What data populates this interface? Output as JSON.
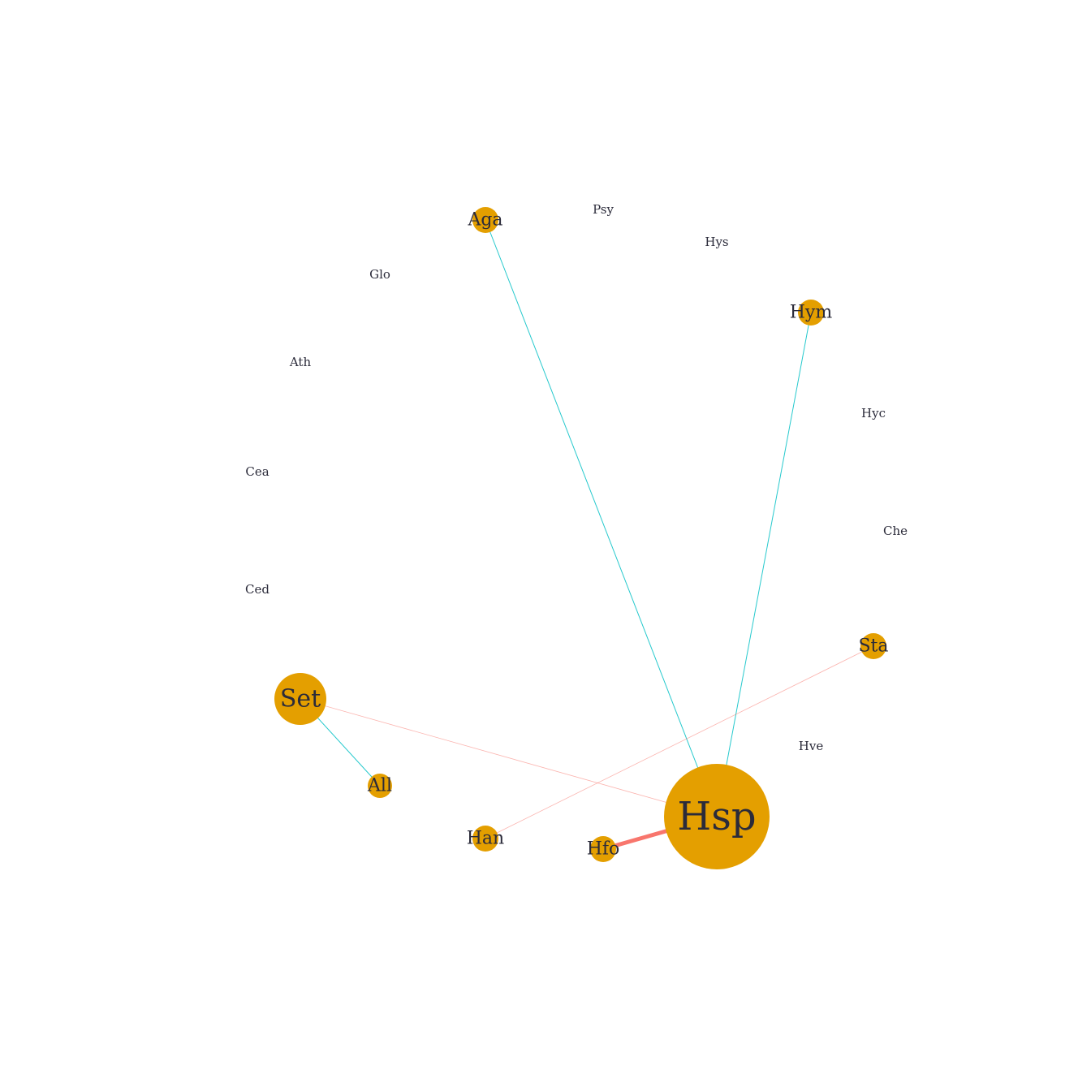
{
  "network": {
    "colors": {
      "node_fill": "#E49F00",
      "label": "#2b2b3a",
      "edge_positive": "#F8766D",
      "edge_negative": "#00BFC4"
    },
    "nodes": [
      {
        "id": "Aga",
        "label": "Aga",
        "filled": true
      },
      {
        "id": "Psy",
        "label": "Psy",
        "filled": false
      },
      {
        "id": "Hys",
        "label": "Hys",
        "filled": false
      },
      {
        "id": "Hym",
        "label": "Hym",
        "filled": true
      },
      {
        "id": "Glo",
        "label": "Glo",
        "filled": false
      },
      {
        "id": "Ath",
        "label": "Ath",
        "filled": false
      },
      {
        "id": "Hyc",
        "label": "Hyc",
        "filled": false
      },
      {
        "id": "Cea",
        "label": "Cea",
        "filled": false
      },
      {
        "id": "Che",
        "label": "Che",
        "filled": false
      },
      {
        "id": "Ced",
        "label": "Ced",
        "filled": false
      },
      {
        "id": "Sta",
        "label": "Sta",
        "filled": true
      },
      {
        "id": "Set",
        "label": "Set",
        "filled": true
      },
      {
        "id": "Hve",
        "label": "Hve",
        "filled": false
      },
      {
        "id": "All",
        "label": "All",
        "filled": true
      },
      {
        "id": "Hsp",
        "label": "Hsp",
        "filled": true
      },
      {
        "id": "Han",
        "label": "Han",
        "filled": true
      },
      {
        "id": "Hfo",
        "label": "Hfo",
        "filled": true
      }
    ],
    "edges": [
      {
        "source": "Hsp",
        "target": "Aga",
        "sign": "negative",
        "strength": "weak"
      },
      {
        "source": "Hsp",
        "target": "Hym",
        "sign": "negative",
        "strength": "weak"
      },
      {
        "source": "Set",
        "target": "All",
        "sign": "negative",
        "strength": "weak"
      },
      {
        "source": "Set",
        "target": "Hsp",
        "sign": "positive",
        "strength": "faint"
      },
      {
        "source": "Han",
        "target": "Sta",
        "sign": "positive",
        "strength": "faint"
      },
      {
        "source": "Hfo",
        "target": "Hsp",
        "sign": "positive",
        "strength": "strong"
      }
    ]
  }
}
